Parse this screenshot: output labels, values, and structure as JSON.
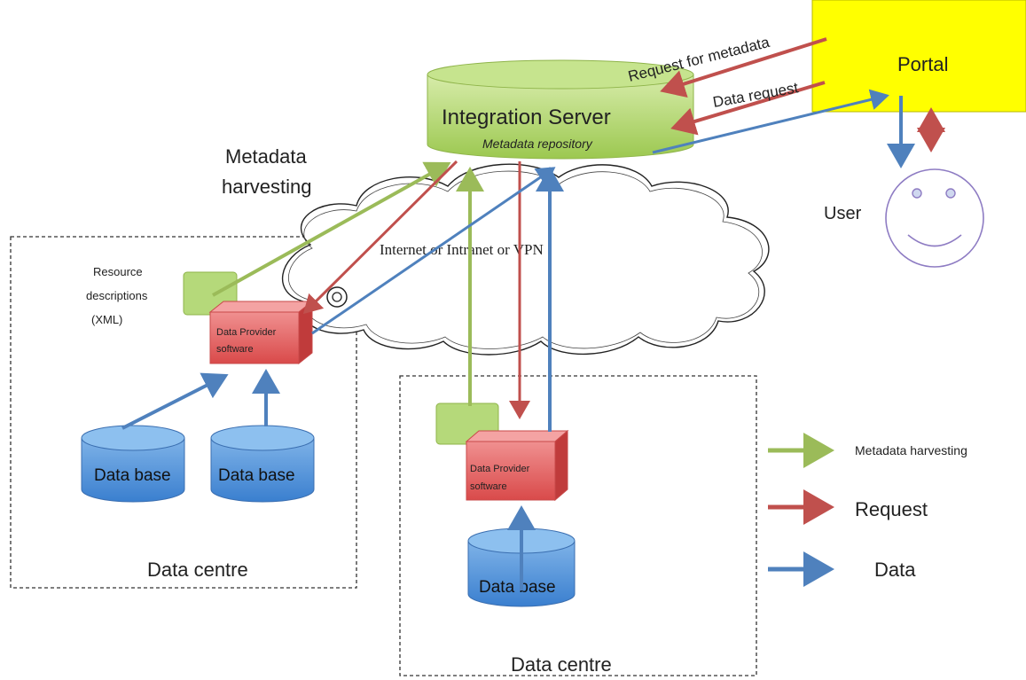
{
  "colors": {
    "metadata": "#9bbb59",
    "request": "#c0504d",
    "data": "#4f81bd",
    "portal_fill": "#ffff00",
    "server_fill": "#a9d25a",
    "provider_fill": "#e06666",
    "database_fill": "#5b9bd5"
  },
  "cloud": {
    "label": "Internet or Intranet or VPN"
  },
  "server": {
    "title": "Integration Server",
    "subtitle": "Metadata repository"
  },
  "portal": {
    "label": "Portal"
  },
  "user": {
    "label": "User"
  },
  "flows": {
    "request_metadata": "Request for metadata",
    "data_request": "Data request"
  },
  "harvest_label": {
    "line1": "Metadata",
    "line2": "harvesting"
  },
  "resource_label": {
    "line1": "Resource",
    "line2": "descriptions",
    "line3": "(XML)"
  },
  "left_centre": {
    "label": "Data centre",
    "provider": {
      "line1": "Data Provider",
      "line2": "software"
    },
    "db1": "Data base",
    "db2": "Data base"
  },
  "bottom_centre": {
    "label": "Data centre",
    "provider": {
      "line1": "Data Provider",
      "line2": "software"
    },
    "db": "Data base"
  },
  "legend": [
    {
      "label": "Metadata harvesting",
      "color": "#9bbb59"
    },
    {
      "label": "Request",
      "color": "#c0504d"
    },
    {
      "label": "Data",
      "color": "#4f81bd"
    }
  ]
}
